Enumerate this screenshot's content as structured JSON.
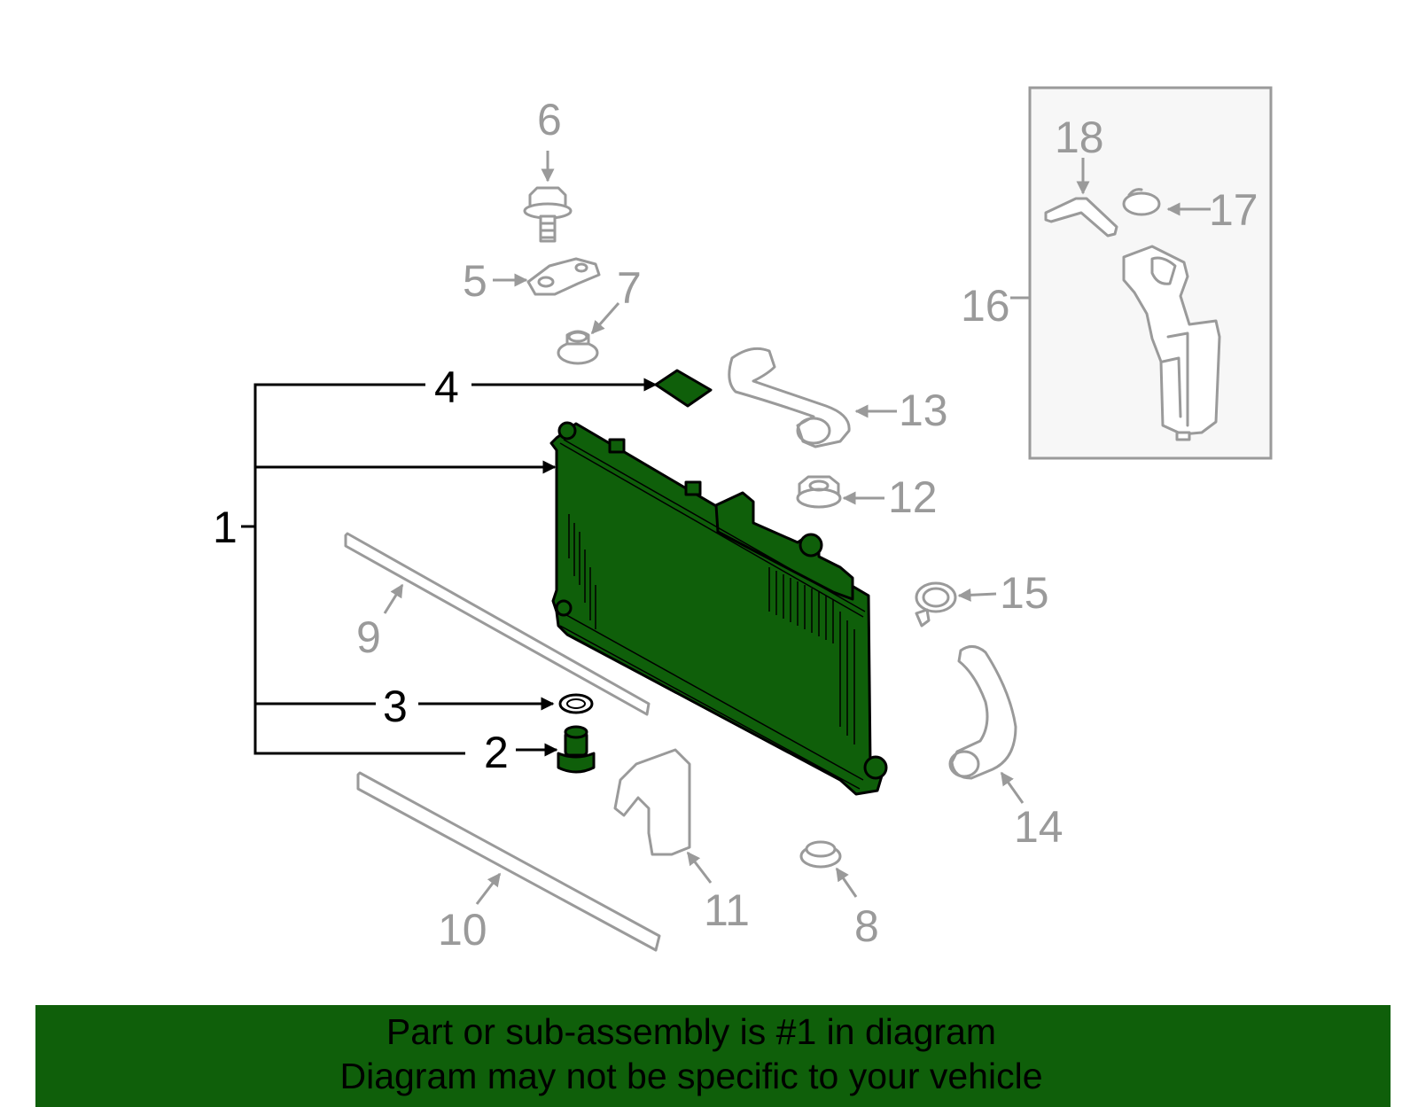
{
  "diagram": {
    "callouts": [
      {
        "id": "1",
        "label": "1",
        "highlighted": true
      },
      {
        "id": "2",
        "label": "2",
        "highlighted": true
      },
      {
        "id": "3",
        "label": "3",
        "highlighted": true
      },
      {
        "id": "4",
        "label": "4",
        "highlighted": true
      },
      {
        "id": "5",
        "label": "5",
        "highlighted": false
      },
      {
        "id": "6",
        "label": "6",
        "highlighted": false
      },
      {
        "id": "7",
        "label": "7",
        "highlighted": false
      },
      {
        "id": "8",
        "label": "8",
        "highlighted": false
      },
      {
        "id": "9",
        "label": "9",
        "highlighted": false
      },
      {
        "id": "10",
        "label": "10",
        "highlighted": false
      },
      {
        "id": "11",
        "label": "11",
        "highlighted": false
      },
      {
        "id": "12",
        "label": "12",
        "highlighted": false
      },
      {
        "id": "13",
        "label": "13",
        "highlighted": false
      },
      {
        "id": "14",
        "label": "14",
        "highlighted": false
      },
      {
        "id": "15",
        "label": "15",
        "highlighted": false
      },
      {
        "id": "16",
        "label": "16",
        "highlighted": false
      },
      {
        "id": "17",
        "label": "17",
        "highlighted": false
      },
      {
        "id": "18",
        "label": "18",
        "highlighted": false
      }
    ],
    "colors": {
      "highlight": "#0f5f0a",
      "part_outline": "#9a9a9a",
      "highlight_outline": "#000000",
      "inset_background": "#f7f7f7"
    }
  },
  "banner": {
    "line1": "Part or sub-assembly is #1 in diagram",
    "line2": "Diagram may not be specific to your vehicle"
  }
}
